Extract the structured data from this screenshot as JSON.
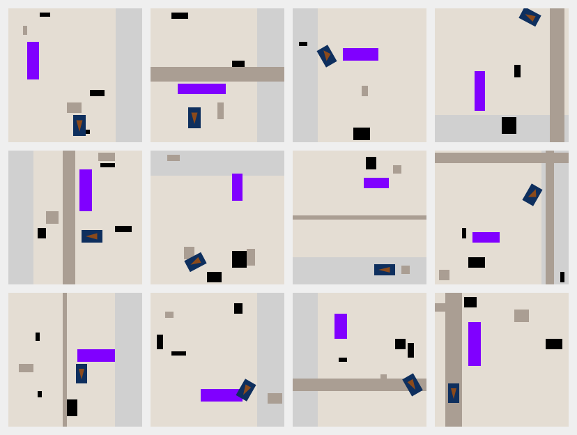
{
  "view": {
    "panel_count": 12,
    "columns": 4,
    "rows": 3
  },
  "colors": {
    "background": "#efefef",
    "ground": "#e4ddd3",
    "road": "#aa9e93",
    "sidewalk": "#d0d0d0",
    "obstacle": "#000000",
    "target_zone": "#8000ff",
    "car_body": "#0e2f5e",
    "car_arrow": "#8b4a1b"
  },
  "icons": {
    "car": "car-icon",
    "heading_arrow": "triangle-arrow-icon"
  },
  "panels": [
    {
      "car_heading": "down"
    },
    {
      "car_heading": "down"
    },
    {
      "car_heading": "down-left"
    },
    {
      "car_heading": "left"
    },
    {
      "car_heading": "left"
    },
    {
      "car_heading": "left"
    },
    {
      "car_heading": "left"
    },
    {
      "car_heading": "down-left"
    },
    {
      "car_heading": "down"
    },
    {
      "car_heading": "down"
    },
    {
      "car_heading": "down"
    },
    {
      "car_heading": "down"
    }
  ]
}
